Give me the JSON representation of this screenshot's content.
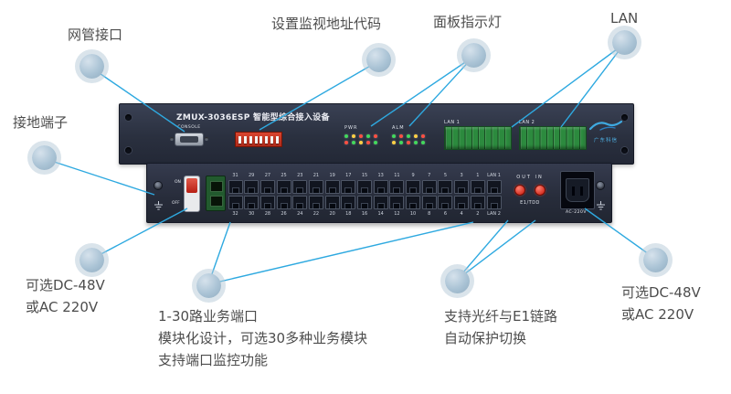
{
  "colors": {
    "accent_line": "#2ea9e0",
    "device_body": "#2b3040",
    "callout_dot": "#a9c3d5",
    "label_text": "#4d4d4d",
    "terminal_green": "#2c8a3e",
    "fiber_red": "#c21408"
  },
  "callouts": {
    "nms": "网管接口",
    "dip": "设置监视地址代码",
    "leds": "面板指示灯",
    "lan": "LAN",
    "ground": "接地端子",
    "power_left": "可选DC-48V\n或AC 220V",
    "ports": "1-30路业务端口\n模块化设计，可选30多种业务模块\n支持端口监控功能",
    "fiber": "支持光纤与E1链路\n自动保护切换",
    "power_right": "可选DC-48V\n或AC 220V"
  },
  "device": {
    "title": "ZMUX-3036ESP 智能型综合接入设备",
    "console_label": "CONSOLE",
    "led_group1_label": "PWR",
    "led_group2_label": "ALM",
    "terminal1_label": "LAN 1",
    "terminal2_label": "LAN 2",
    "logo_text": "广东科信",
    "switch_on": "ON",
    "switch_off": "OFF",
    "fiber_top_label": "OUT IN",
    "fiber_bottom_label": "E1/TDD",
    "power_label": "AC-220V",
    "ports": {
      "top": [
        "31",
        "29",
        "27",
        "25",
        "23",
        "21",
        "19",
        "17",
        "15",
        "13",
        "11",
        "9",
        "7",
        "5",
        "3",
        "1",
        "LAN 1"
      ],
      "bottom": [
        "32",
        "30",
        "28",
        "26",
        "24",
        "22",
        "20",
        "18",
        "16",
        "14",
        "12",
        "10",
        "8",
        "6",
        "4",
        "2",
        "LAN 2"
      ]
    },
    "leds": {
      "cluster1": [
        [
          "#42d95c",
          "#ffd044",
          "#ff4f42",
          "#42d95c",
          "#ff4f42"
        ],
        [
          "#ff4f42",
          "#42d95c",
          "#ffd044",
          "#ff4f42",
          "#42d95c"
        ]
      ],
      "cluster2": [
        [
          "#42d95c",
          "#ff4f42",
          "#42d95c",
          "#ffd044",
          "#ff4f42"
        ],
        [
          "#ffd044",
          "#42d95c",
          "#ff4f42",
          "#42d95c",
          "#42d95c"
        ]
      ]
    }
  }
}
